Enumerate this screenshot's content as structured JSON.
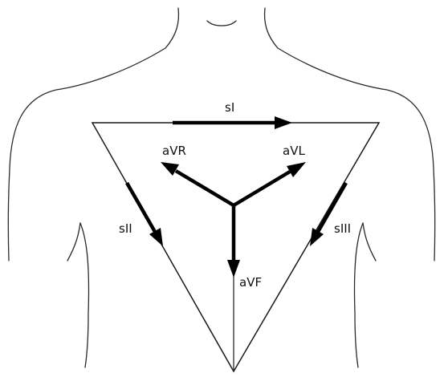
{
  "leads": {
    "s1": "sI",
    "s2": "sII",
    "s3": "sIII",
    "avr": "aVR",
    "avl": "aVL",
    "avf": "aVF"
  }
}
